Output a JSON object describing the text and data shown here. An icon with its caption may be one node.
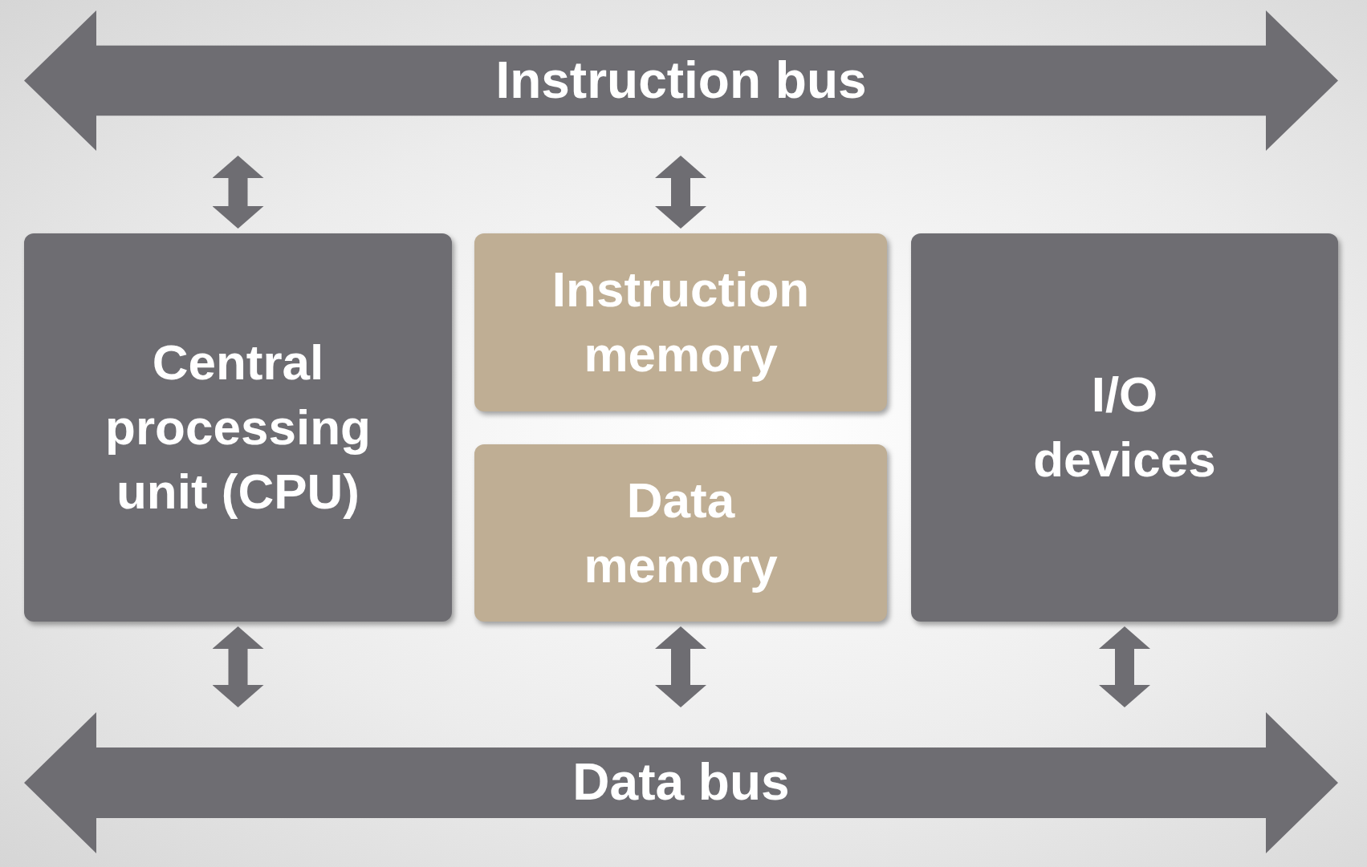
{
  "diagram": {
    "nodes": [
      {
        "text": [
          "Instruction bus"
        ]
      },
      {
        "text": [
          "Central processing unit (CPU)"
        ]
      },
      {
        "text": [
          "Instruction memory"
        ]
      },
      {
        "text": [
          "Data memory"
        ]
      },
      {
        "text": [
          "I/O devices"
        ]
      },
      {
        "text": [
          "Data bus"
        ]
      }
    ],
    "edges": [
      {
        "from": 0,
        "to": 1,
        "arrow": "both"
      },
      {
        "from": 0,
        "to": 2,
        "arrow": "both"
      },
      {
        "from": 1,
        "to": 5,
        "arrow": "both"
      },
      {
        "from": 3,
        "to": 5,
        "arrow": "both"
      },
      {
        "from": 4,
        "to": 5,
        "arrow": "both"
      }
    ]
  }
}
